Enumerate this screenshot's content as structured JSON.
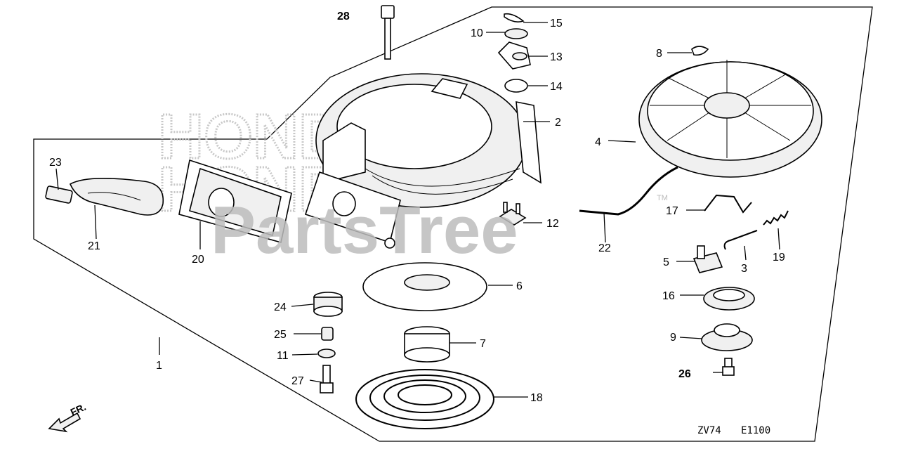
{
  "watermark": {
    "brand": "PartsTree",
    "tm": "TM"
  },
  "diagram_code": "ZV74",
  "revision": "E1100",
  "direction_label": "FR.",
  "callouts": {
    "c1": "1",
    "c2": "2",
    "c3": "3",
    "c4": "4",
    "c5": "5",
    "c6": "6",
    "c7": "7",
    "c8": "8",
    "c9": "9",
    "c10": "10",
    "c11": "11",
    "c12": "12",
    "c13": "13",
    "c14": "14",
    "c15": "15",
    "c16": "16",
    "c17": "17",
    "c18": "18",
    "c19": "19",
    "c20": "20",
    "c21": "21",
    "c22": "22",
    "c23": "23",
    "c24": "24",
    "c25": "25",
    "c26": "26",
    "c27": "27",
    "c28": "28"
  }
}
